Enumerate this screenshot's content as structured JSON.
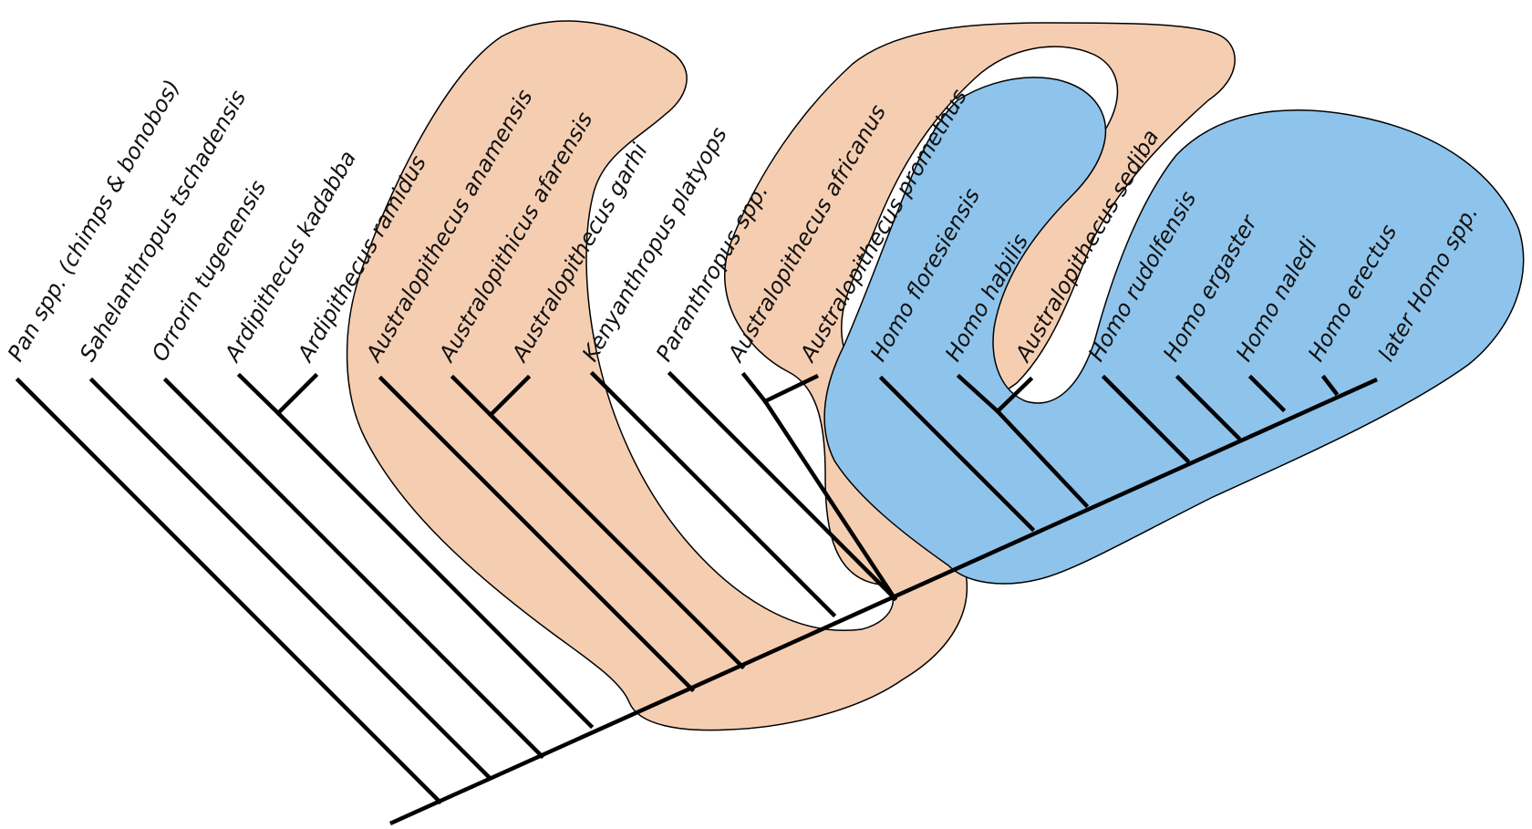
{
  "colors": {
    "australopithecine_region": "#F5CEB2",
    "homo_region": "#8EC4EC",
    "branch": "#000000",
    "text": "#111111"
  },
  "taxa": [
    "Pan spp. (chimps & bonobos)",
    "Sahelanthropus tschadensis",
    "Orrorin tugenensis",
    "Ardipithecus kadabba",
    "Ardipithecus ramidus",
    "Australopithecus anamensis",
    "Australopithicus afarensis",
    "Australopithecus garhi",
    "Kenyanthropus platyops",
    "Paranthropus spp.",
    "Australopithecus africanus",
    "Australopithecus promethus",
    "Homo floresiensis",
    "Homo habilis",
    "Australopithecus sediba",
    "Homo rudolfensis",
    "Homo ergaster",
    "Homo naledi",
    "Homo erectus",
    "later Homo spp."
  ]
}
